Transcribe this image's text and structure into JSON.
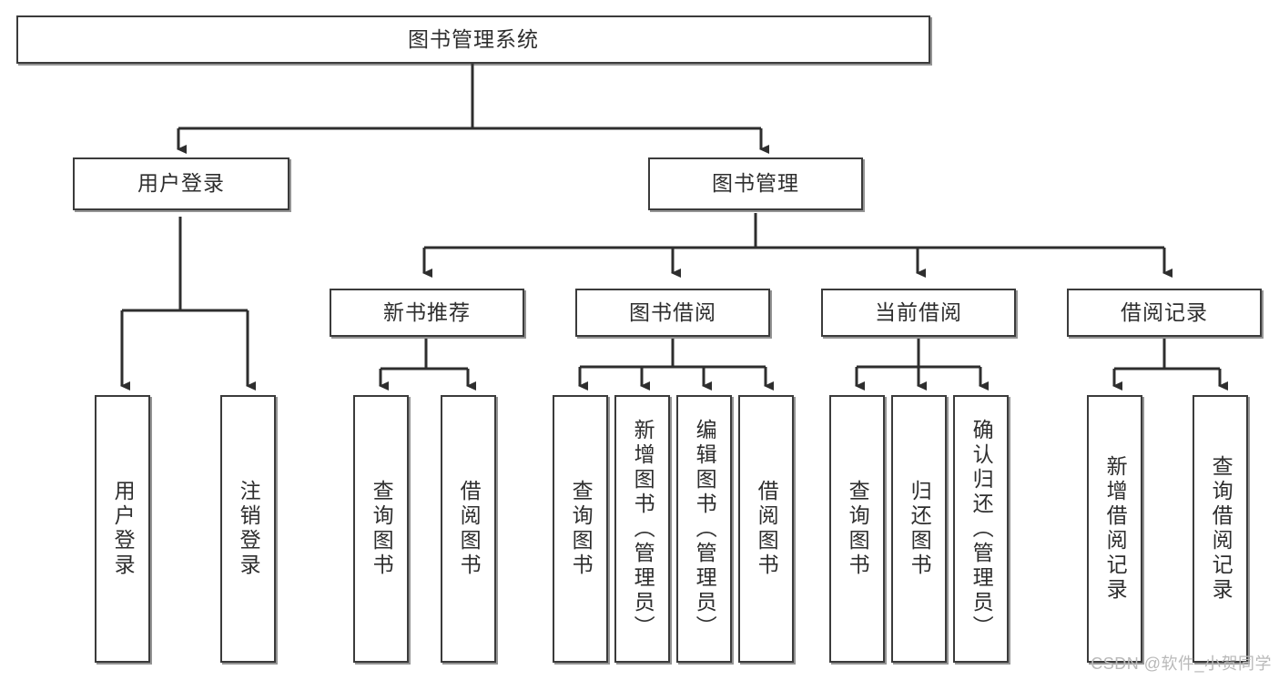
{
  "diagram": {
    "type": "tree",
    "title": "图书管理系统",
    "watermark": "CSDN @软件_小贺同学",
    "colors": {
      "background": "#ffffff",
      "node_fill": "#ffffff",
      "node_border": "#3b3b3b",
      "edge": "#2e2e2e",
      "text": "#2e2e2e",
      "watermark": "#b9b9b9"
    },
    "nodes": {
      "root": {
        "label": "图书管理系统",
        "level": 0
      },
      "level1": [
        {
          "id": "user-login",
          "label": "用户登录"
        },
        {
          "id": "book-manage",
          "label": "图书管理"
        }
      ],
      "level2": [
        {
          "id": "new-book-recommend",
          "label": "新书推荐"
        },
        {
          "id": "book-borrow",
          "label": "图书借阅"
        },
        {
          "id": "current-borrow",
          "label": "当前借阅"
        },
        {
          "id": "borrow-record",
          "label": "借阅记录"
        }
      ],
      "leaves": [
        {
          "id": "leaf-user-login",
          "label": "用户登录",
          "parent": "user-login"
        },
        {
          "id": "leaf-user-logout",
          "label": "注销登录",
          "parent": "user-login"
        },
        {
          "id": "leaf-query-book-1",
          "label": "查询图书",
          "parent": "new-book-recommend"
        },
        {
          "id": "leaf-borrow-book-1",
          "label": "借阅图书",
          "parent": "new-book-recommend"
        },
        {
          "id": "leaf-query-book-2",
          "label": "查询图书",
          "parent": "book-borrow"
        },
        {
          "id": "leaf-add-book",
          "label": "新增图书（管理员）",
          "parent": "book-borrow"
        },
        {
          "id": "leaf-edit-book",
          "label": "编辑图书（管理员）",
          "parent": "book-borrow"
        },
        {
          "id": "leaf-borrow-book-2",
          "label": "借阅图书",
          "parent": "book-borrow"
        },
        {
          "id": "leaf-query-book-3",
          "label": "查询图书",
          "parent": "current-borrow"
        },
        {
          "id": "leaf-return-book",
          "label": "归还图书",
          "parent": "current-borrow"
        },
        {
          "id": "leaf-confirm-return",
          "label": "确认归还（管理员）",
          "parent": "current-borrow"
        },
        {
          "id": "leaf-add-record",
          "label": "新增借阅记录",
          "parent": "borrow-record"
        },
        {
          "id": "leaf-query-record",
          "label": "查询借阅记录",
          "parent": "borrow-record"
        }
      ]
    }
  }
}
